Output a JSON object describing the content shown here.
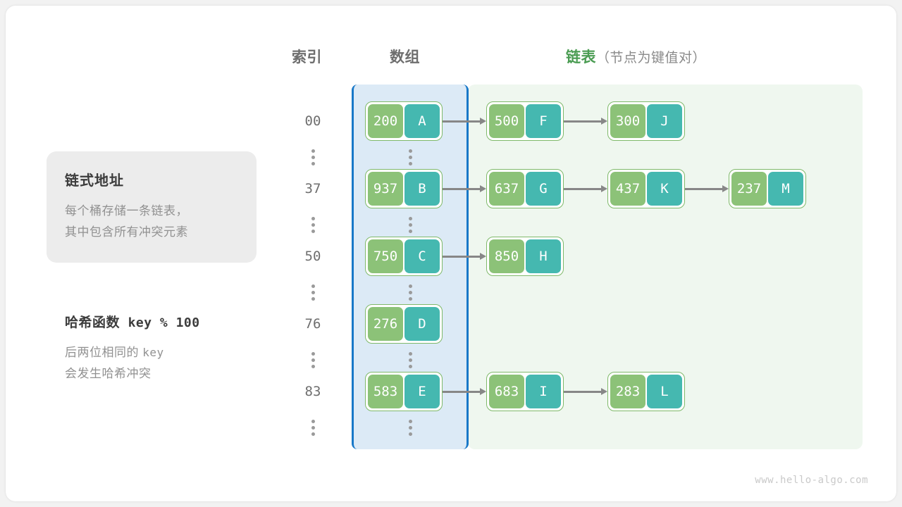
{
  "headers": {
    "index": "索引",
    "array": "数组",
    "list_main": "链表",
    "list_sub": "（节点为键值对）"
  },
  "info_card": {
    "title": "链式地址",
    "line1": "每个桶存储一条链表，",
    "line2": "其中包含所有冲突元素"
  },
  "hash_note": {
    "title_text": "哈希函数",
    "title_formula": "key % 100",
    "line1_text": "后两位相同的",
    "line1_mono": "key",
    "line2": "会发生哈希冲突"
  },
  "colors": {
    "key_cell": "#8cc278",
    "value_cell": "#45b8b0",
    "node_border": "#7fb96a",
    "array_panel_bg": "#dceaf6",
    "array_panel_border": "#1878c8",
    "list_panel_bg": "#eff7ef",
    "accent_green_text": "#4a9c52",
    "arrow": "#878787",
    "muted_text": "#919191"
  },
  "buckets": [
    {
      "index": "00",
      "nodes": [
        {
          "key": "200",
          "value": "A"
        },
        {
          "key": "500",
          "value": "F"
        },
        {
          "key": "300",
          "value": "J"
        }
      ]
    },
    {
      "index": "37",
      "nodes": [
        {
          "key": "937",
          "value": "B"
        },
        {
          "key": "637",
          "value": "G"
        },
        {
          "key": "437",
          "value": "K"
        },
        {
          "key": "237",
          "value": "M"
        }
      ]
    },
    {
      "index": "50",
      "nodes": [
        {
          "key": "750",
          "value": "C"
        },
        {
          "key": "850",
          "value": "H"
        }
      ]
    },
    {
      "index": "76",
      "nodes": [
        {
          "key": "276",
          "value": "D"
        }
      ]
    },
    {
      "index": "83",
      "nodes": [
        {
          "key": "583",
          "value": "E"
        },
        {
          "key": "683",
          "value": "I"
        },
        {
          "key": "283",
          "value": "L"
        }
      ]
    }
  ],
  "ellipsis_glyph": "⋮",
  "watermark": "www.hello-algo.com"
}
